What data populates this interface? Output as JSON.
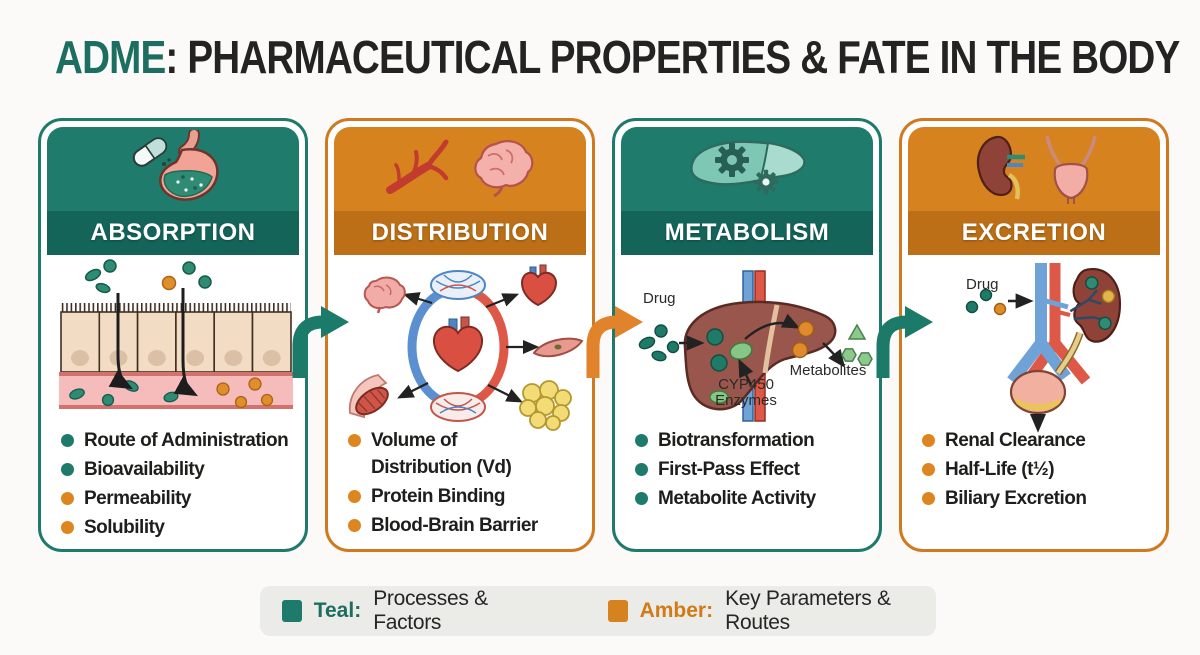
{
  "title": {
    "highlight": "ADME",
    "separator": ":",
    "rest": " PHARMACEUTICAL PROPERTIES & FATE IN THE BODY"
  },
  "palette": {
    "teal": "#1E7A6B",
    "teal_dark": "#14645A",
    "amber": "#D6831F",
    "amber_dark": "#BC6F16",
    "text_dark": "#1E1E1C",
    "legend_background": "#EBEBE8",
    "page_background": "#FBFAF8"
  },
  "cards": [
    {
      "title": "ABSORPTION",
      "theme": "teal",
      "icon": "stomach-capsule-icon",
      "bullets": [
        {
          "text": "Route of Administration",
          "dot": "teal"
        },
        {
          "text": "Bioavailability",
          "dot": "teal"
        },
        {
          "text": "Permeability",
          "dot": "amber"
        },
        {
          "text": "Solubility",
          "dot": "amber"
        }
      ]
    },
    {
      "title": "DISTRIBUTION",
      "theme": "amber",
      "icon": "blood-vessel-brain-icon",
      "bullets": [
        {
          "text": "Volume of Distribution (Vd)",
          "dot": "amber"
        },
        {
          "text": "Protein Binding",
          "dot": "amber"
        },
        {
          "text": "Blood-Brain Barrier",
          "dot": "amber"
        }
      ]
    },
    {
      "title": "METABOLISM",
      "theme": "teal",
      "icon": "liver-gears-icon",
      "labels": {
        "drug": "Drug",
        "enzyme": "CYP450 Enzymes",
        "metabolites": "Metabolites"
      },
      "bullets": [
        {
          "text": "Biotransformation",
          "dot": "teal"
        },
        {
          "text": "First-Pass Effect",
          "dot": "teal"
        },
        {
          "text": "Metabolite Activity",
          "dot": "teal"
        }
      ]
    },
    {
      "title": "EXCRETION",
      "theme": "amber",
      "icon": "kidney-bladder-icon",
      "labels": {
        "drug": "Drug"
      },
      "bullets": [
        {
          "text": "Renal Clearance",
          "dot": "amber"
        },
        {
          "text": "Half-Life (t½)",
          "dot": "amber"
        },
        {
          "text": "Biliary Excretion",
          "dot": "amber"
        }
      ]
    }
  ],
  "flow_arrows": [
    {
      "name": "absorption-to-distribution",
      "color": "#1B7A68"
    },
    {
      "name": "distribution-to-metabolism",
      "color": "#E0832B"
    },
    {
      "name": "metabolism-to-excretion",
      "color": "#1B7A68"
    }
  ],
  "legend": {
    "items": [
      {
        "term": "Teal:",
        "description": "Processes & Factors",
        "swatch_color": "#1E7A6B"
      },
      {
        "term": "Amber:",
        "description": "Key Parameters & Routes",
        "swatch_color": "#D6831F"
      }
    ]
  }
}
